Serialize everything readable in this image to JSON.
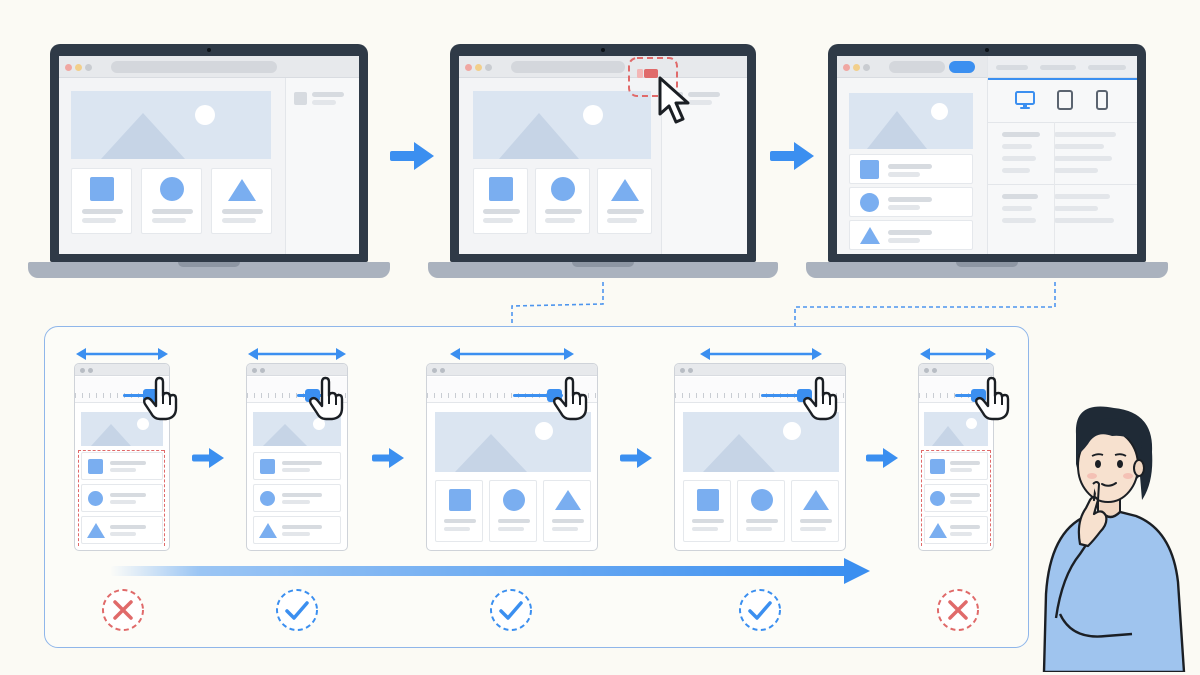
{
  "chart_data": {
    "type": "diagram",
    "title": "",
    "top_row": {
      "devices": [
        "laptop-wireframe",
        "laptop-devtools-toggle-click",
        "laptop-responsive-mode"
      ],
      "device_icons": [
        "desktop-icon",
        "tablet-icon",
        "phone-icon"
      ]
    },
    "bottom_row": {
      "viewports": [
        "narrow",
        "small",
        "wide",
        "wide",
        "narrow"
      ],
      "results": [
        "fail",
        "pass",
        "pass",
        "pass",
        "fail"
      ]
    }
  },
  "colors": {
    "accent": "#3b8ff0",
    "card_shape": "#7aaef0",
    "fail": "#e06a6a",
    "laptop_body": "#2f3a47",
    "panel_border": "#8fb6ea"
  },
  "icons": {
    "arrow": "arrow-right-icon",
    "cursor": "mouse-pointer-icon",
    "hand": "pointer-hand-icon",
    "pass": "check-circle-icon",
    "fail": "x-circle-icon",
    "person": "thinking-person-icon"
  }
}
